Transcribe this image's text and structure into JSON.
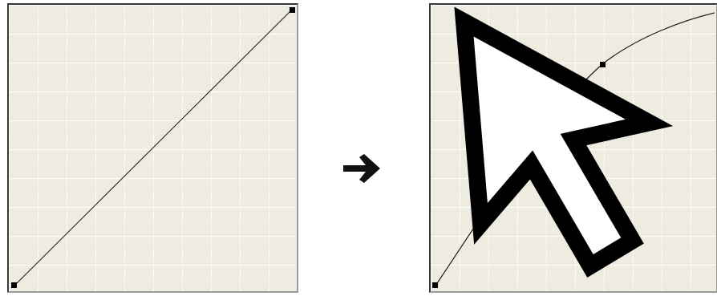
{
  "before_panel": {
    "curve_shape": "linear",
    "control_points": [
      [
        0,
        0
      ],
      [
        1,
        1
      ]
    ]
  },
  "after_panel": {
    "curve_shape": "convex",
    "control_points": [
      [
        0,
        0
      ],
      [
        0.6,
        0.78
      ],
      [
        1,
        0.96
      ]
    ],
    "dragged_point_index": 1,
    "cursor_icon": "pointer-arrow-icon"
  },
  "transition_icon": "right-arrow-icon",
  "colors": {
    "panel_bg": "#eeebe0",
    "grid": "#ffffff",
    "curve": "#1a1a1a",
    "point": "#000000",
    "border": "#3a3a3a"
  }
}
